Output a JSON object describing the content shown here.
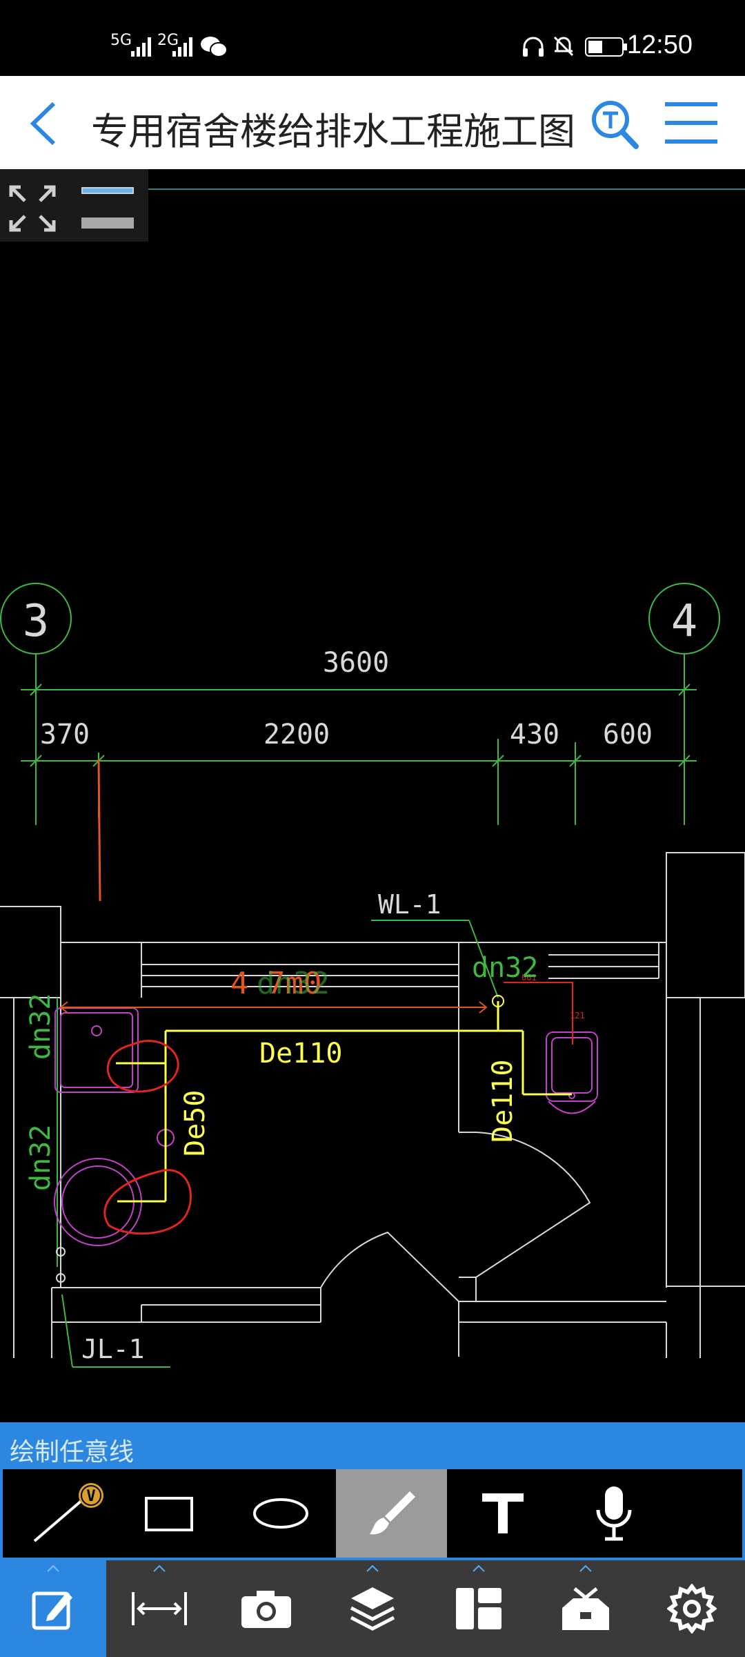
{
  "status_bar": {
    "signal_1": "5G",
    "signal_2": "2G",
    "time": "12:50"
  },
  "header": {
    "title": "专用宿舍楼给排水工程施工图"
  },
  "drawing": {
    "axis_left": "3",
    "axis_right": "4",
    "dim_total": "3600",
    "dim_1": "370",
    "dim_2": "2200",
    "dim_3": "430",
    "dim_4": "600",
    "label_wl": "WL-1",
    "label_jl": "JL-1",
    "label_dn32_top": "dn32",
    "label_dn32_left1": "dn32",
    "label_dn32_left2": "dn32",
    "label_de110_h": "De110",
    "label_de110_v": "De110",
    "label_de50": "De50",
    "markup_text": "4 7m0",
    "markup_text2": "dn32",
    "small_label_1": "061",
    "small_label_2": "121"
  },
  "hint_bar": {
    "text": "绘制任意线"
  },
  "draw_tools": {
    "badge": "V"
  },
  "colors": {
    "accent": "#2b87df",
    "cad_green": "#3fb83f",
    "cad_yellow": "#ffff4d",
    "cad_magenta": "#c341c8",
    "markup_red": "#e0261c"
  }
}
